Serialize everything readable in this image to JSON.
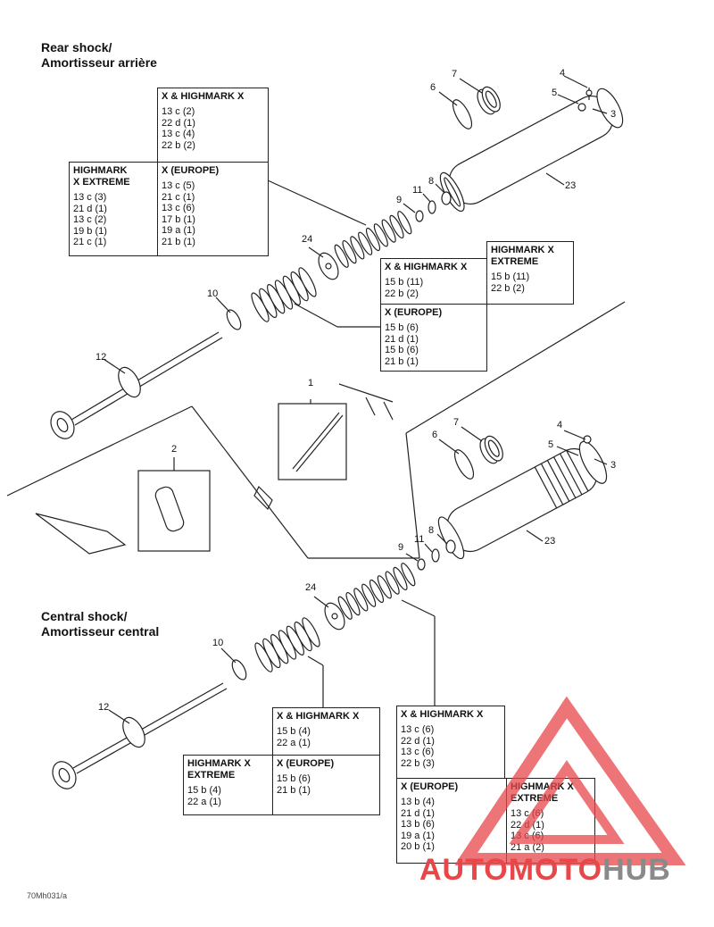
{
  "rear": {
    "title_en": "Rear shock/",
    "title_fr": "Amortisseur arrière",
    "boxes": [
      {
        "title": "X & HIGHMARK X",
        "lines": [
          "13 c (2)",
          "22 d (1)",
          "13 c (4)",
          "22 b (2)"
        ]
      },
      {
        "title": "HIGHMARK X EXTREME",
        "lines": [
          "13 c (3)",
          "21 d (1)",
          "13 c (2)",
          "19 b (1)",
          "21 c (1)"
        ]
      },
      {
        "title": "X (EUROPE)",
        "lines": [
          "13 c (5)",
          "21 c (1)",
          "13 c (6)",
          "17 b (1)",
          "19 a (1)",
          "21 b (1)"
        ]
      },
      {
        "title": "X & HIGHMARK X",
        "lines": [
          "15 b (11)",
          "22 b (2)"
        ]
      },
      {
        "title": "HIGHMARK X EXTREME",
        "lines": [
          "15 b (11)",
          "22 b (2)"
        ]
      },
      {
        "title": "X (EUROPE)",
        "lines": [
          "15 b (6)",
          "21 d (1)",
          "15 b (6)",
          "21 b (1)"
        ]
      }
    ]
  },
  "central": {
    "title_en": "Central shock/",
    "title_fr": "Amortisseur central",
    "boxes": [
      {
        "title": "X & HIGHMARK X",
        "lines": [
          "15 b (4)",
          "22 a (1)"
        ]
      },
      {
        "title": "HIGHMARK X EXTREME",
        "lines": [
          "15 b (4)",
          "22 a (1)"
        ]
      },
      {
        "title": "X (EUROPE)",
        "lines": [
          "15 b (6)",
          "21 b (1)"
        ]
      },
      {
        "title": "X & HIGHMARK X",
        "lines": [
          "13 c (6)",
          "22 d (1)",
          "13 c (6)",
          "22 b (3)"
        ]
      },
      {
        "title": "X (EUROPE)",
        "lines": [
          "13 b (4)",
          "21 d (1)",
          "13 b (6)",
          "19 a (1)",
          "20 b (1)"
        ]
      },
      {
        "title": "HIGHMARK X EXTREME",
        "lines": [
          "13 c (6)",
          "22 d (1)",
          "13 c (6)",
          "21 a (2)"
        ]
      }
    ]
  },
  "callouts": {
    "rear": [
      "7",
      "4",
      "6",
      "5",
      "3",
      "23",
      "8",
      "11",
      "9",
      "24",
      "10",
      "12"
    ],
    "central": [
      "7",
      "4",
      "6",
      "5",
      "3",
      "23",
      "8",
      "11",
      "9",
      "24",
      "10",
      "12"
    ],
    "middle": [
      "1",
      "2"
    ]
  },
  "figure_code": "70Mh031/a",
  "watermark": {
    "part1": "AUTO",
    "part2": "MOTO",
    "part3": "HUB",
    "color_red": "#e8474a",
    "color_gray": "#8a8a8a"
  }
}
